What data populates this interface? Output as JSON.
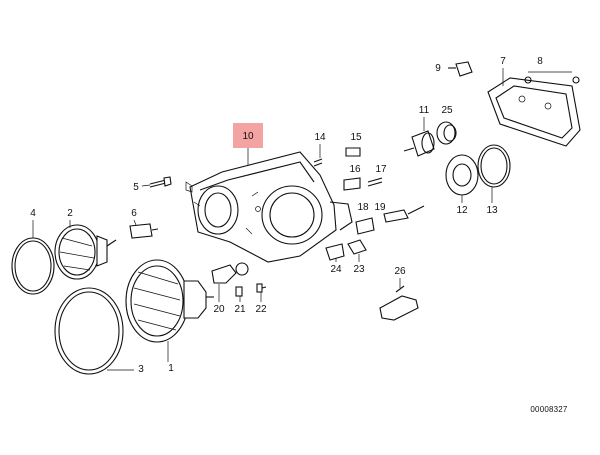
{
  "callouts": {
    "c1": "1",
    "c2": "2",
    "c3": "3",
    "c4": "4",
    "c5": "5",
    "c6": "6",
    "c7": "7",
    "c8": "8",
    "c9": "9",
    "c10": "10",
    "c11": "11",
    "c12": "12",
    "c13": "13",
    "c14": "14",
    "c15": "15",
    "c16": "16",
    "c17": "17",
    "c18": "18",
    "c19": "19",
    "c20": "20",
    "c21": "21",
    "c22": "22",
    "c23": "23",
    "c24": "24",
    "c25": "25",
    "c26": "26"
  },
  "highlight_color": "#f4a3a3",
  "diagram_code": "00008327"
}
